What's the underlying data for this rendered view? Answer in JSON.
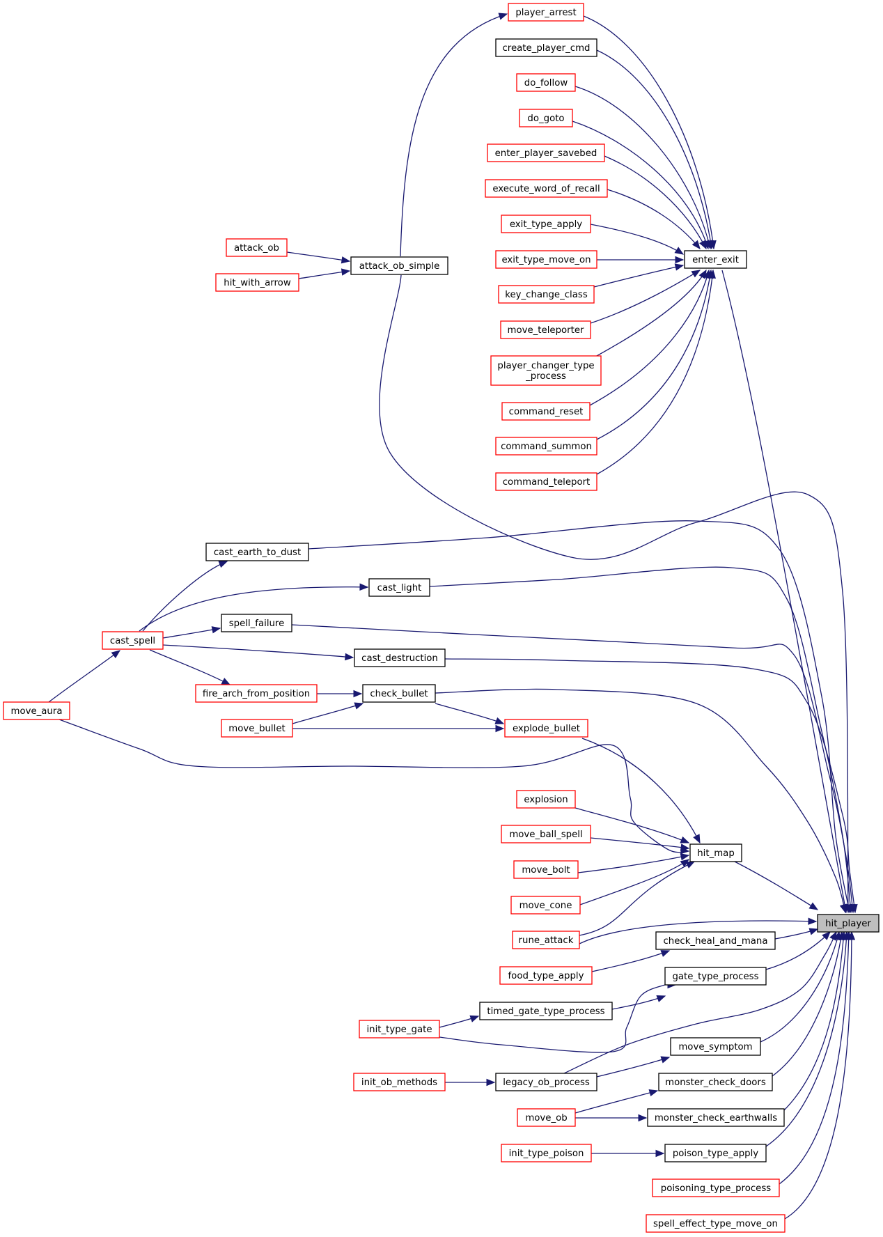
{
  "colors": {
    "edge": "#191970",
    "border_red": "#ff0000",
    "border_black": "#000000",
    "root_fill": "#bfbfbf"
  },
  "nodes": {
    "hit_player": {
      "label": "hit_player",
      "style": "root"
    },
    "enter_exit": {
      "label": "enter_exit",
      "style": "black"
    },
    "hit_map": {
      "label": "hit_map",
      "style": "black"
    },
    "attack_ob_simple": {
      "label": "attack_ob_simple",
      "style": "black"
    },
    "player_arrest": {
      "label": "player_arrest",
      "style": "red"
    },
    "create_player_cmd": {
      "label": "create_player_cmd",
      "style": "black"
    },
    "do_follow": {
      "label": "do_follow",
      "style": "red"
    },
    "do_goto": {
      "label": "do_goto",
      "style": "red"
    },
    "enter_player_savebed": {
      "label": "enter_player_savebed",
      "style": "red"
    },
    "execute_word_of_recall": {
      "label": "execute_word_of_recall",
      "style": "red"
    },
    "exit_type_apply": {
      "label": "exit_type_apply",
      "style": "red"
    },
    "exit_type_move_on": {
      "label": "exit_type_move_on",
      "style": "red"
    },
    "key_change_class": {
      "label": "key_change_class",
      "style": "red"
    },
    "move_teleporter": {
      "label": "move_teleporter",
      "style": "red"
    },
    "player_changer_type_process": {
      "label": [
        "player_changer_type",
        "_process"
      ],
      "style": "red"
    },
    "command_reset": {
      "label": "command_reset",
      "style": "red"
    },
    "command_summon": {
      "label": "command_summon",
      "style": "red"
    },
    "command_teleport": {
      "label": "command_teleport",
      "style": "red"
    },
    "attack_ob": {
      "label": "attack_ob",
      "style": "red"
    },
    "hit_with_arrow": {
      "label": "hit_with_arrow",
      "style": "red"
    },
    "cast_earth_to_dust": {
      "label": "cast_earth_to_dust",
      "style": "black"
    },
    "cast_light": {
      "label": "cast_light",
      "style": "black"
    },
    "spell_failure": {
      "label": "spell_failure",
      "style": "black"
    },
    "cast_spell": {
      "label": "cast_spell",
      "style": "red"
    },
    "cast_destruction": {
      "label": "cast_destruction",
      "style": "black"
    },
    "fire_arch_from_position": {
      "label": "fire_arch_from_position",
      "style": "red"
    },
    "check_bullet": {
      "label": "check_bullet",
      "style": "black"
    },
    "move_aura": {
      "label": "move_aura",
      "style": "red"
    },
    "move_bullet": {
      "label": "move_bullet",
      "style": "red"
    },
    "explode_bullet": {
      "label": "explode_bullet",
      "style": "red"
    },
    "explosion": {
      "label": "explosion",
      "style": "red"
    },
    "move_ball_spell": {
      "label": "move_ball_spell",
      "style": "red"
    },
    "move_bolt": {
      "label": "move_bolt",
      "style": "red"
    },
    "move_cone": {
      "label": "move_cone",
      "style": "red"
    },
    "rune_attack": {
      "label": "rune_attack",
      "style": "red"
    },
    "check_heal_and_mana": {
      "label": "check_heal_and_mana",
      "style": "black"
    },
    "food_type_apply": {
      "label": "food_type_apply",
      "style": "red"
    },
    "gate_type_process": {
      "label": "gate_type_process",
      "style": "black"
    },
    "timed_gate_type_process": {
      "label": "timed_gate_type_process",
      "style": "black"
    },
    "init_type_gate": {
      "label": "init_type_gate",
      "style": "red"
    },
    "move_symptom": {
      "label": "move_symptom",
      "style": "black"
    },
    "init_ob_methods": {
      "label": "init_ob_methods",
      "style": "red"
    },
    "legacy_ob_process": {
      "label": "legacy_ob_process",
      "style": "black"
    },
    "monster_check_doors": {
      "label": "monster_check_doors",
      "style": "black"
    },
    "move_ob": {
      "label": "move_ob",
      "style": "red"
    },
    "monster_check_earthwalls": {
      "label": "monster_check_earthwalls",
      "style": "black"
    },
    "init_type_poison": {
      "label": "init_type_poison",
      "style": "red"
    },
    "poison_type_apply": {
      "label": "poison_type_apply",
      "style": "black"
    },
    "poisoning_type_process": {
      "label": "poisoning_type_process",
      "style": "red"
    },
    "spell_effect_type_move_on": {
      "label": "spell_effect_type_move_on",
      "style": "red"
    }
  },
  "edges": [
    [
      "player_arrest",
      "enter_exit"
    ],
    [
      "create_player_cmd",
      "enter_exit"
    ],
    [
      "do_follow",
      "enter_exit"
    ],
    [
      "do_goto",
      "enter_exit"
    ],
    [
      "enter_player_savebed",
      "enter_exit"
    ],
    [
      "execute_word_of_recall",
      "enter_exit"
    ],
    [
      "exit_type_apply",
      "enter_exit"
    ],
    [
      "exit_type_move_on",
      "enter_exit"
    ],
    [
      "key_change_class",
      "enter_exit"
    ],
    [
      "move_teleporter",
      "enter_exit"
    ],
    [
      "player_changer_type_process",
      "enter_exit"
    ],
    [
      "command_reset",
      "enter_exit"
    ],
    [
      "command_summon",
      "enter_exit"
    ],
    [
      "command_teleport",
      "enter_exit"
    ],
    [
      "enter_exit",
      "hit_player"
    ],
    [
      "attack_ob",
      "attack_ob_simple"
    ],
    [
      "hit_with_arrow",
      "attack_ob_simple"
    ],
    [
      "attack_ob_simple",
      "player_arrest"
    ],
    [
      "attack_ob_simple",
      "hit_player"
    ],
    [
      "cast_earth_to_dust",
      "hit_player"
    ],
    [
      "cast_spell",
      "cast_earth_to_dust"
    ],
    [
      "cast_light",
      "hit_player"
    ],
    [
      "cast_spell",
      "cast_light"
    ],
    [
      "spell_failure",
      "hit_player"
    ],
    [
      "cast_spell",
      "spell_failure"
    ],
    [
      "cast_destruction",
      "hit_player"
    ],
    [
      "cast_spell",
      "cast_destruction"
    ],
    [
      "cast_spell",
      "fire_arch_from_position"
    ],
    [
      "move_aura",
      "cast_spell"
    ],
    [
      "fire_arch_from_position",
      "check_bullet"
    ],
    [
      "move_bullet",
      "check_bullet"
    ],
    [
      "check_bullet",
      "hit_player"
    ],
    [
      "check_bullet",
      "explode_bullet"
    ],
    [
      "move_bullet",
      "explode_bullet"
    ],
    [
      "explode_bullet",
      "hit_map"
    ],
    [
      "move_aura",
      "hit_map"
    ],
    [
      "explosion",
      "hit_map"
    ],
    [
      "move_ball_spell",
      "hit_map"
    ],
    [
      "move_bolt",
      "hit_map"
    ],
    [
      "move_cone",
      "hit_map"
    ],
    [
      "rune_attack",
      "hit_map"
    ],
    [
      "hit_map",
      "hit_player"
    ],
    [
      "rune_attack",
      "hit_player"
    ],
    [
      "check_heal_and_mana",
      "hit_player"
    ],
    [
      "food_type_apply",
      "check_heal_and_mana"
    ],
    [
      "gate_type_process",
      "hit_player"
    ],
    [
      "timed_gate_type_process",
      "gate_type_process"
    ],
    [
      "init_type_gate",
      "timed_gate_type_process"
    ],
    [
      "init_type_gate",
      "gate_type_process"
    ],
    [
      "legacy_ob_process",
      "hit_player"
    ],
    [
      "move_symptom",
      "hit_player"
    ],
    [
      "legacy_ob_process",
      "move_symptom"
    ],
    [
      "init_ob_methods",
      "legacy_ob_process"
    ],
    [
      "monster_check_doors",
      "hit_player"
    ],
    [
      "move_ob",
      "monster_check_doors"
    ],
    [
      "monster_check_earthwalls",
      "hit_player"
    ],
    [
      "move_ob",
      "monster_check_earthwalls"
    ],
    [
      "poison_type_apply",
      "hit_player"
    ],
    [
      "init_type_poison",
      "poison_type_apply"
    ],
    [
      "poisoning_type_process",
      "hit_player"
    ],
    [
      "spell_effect_type_move_on",
      "hit_player"
    ]
  ]
}
